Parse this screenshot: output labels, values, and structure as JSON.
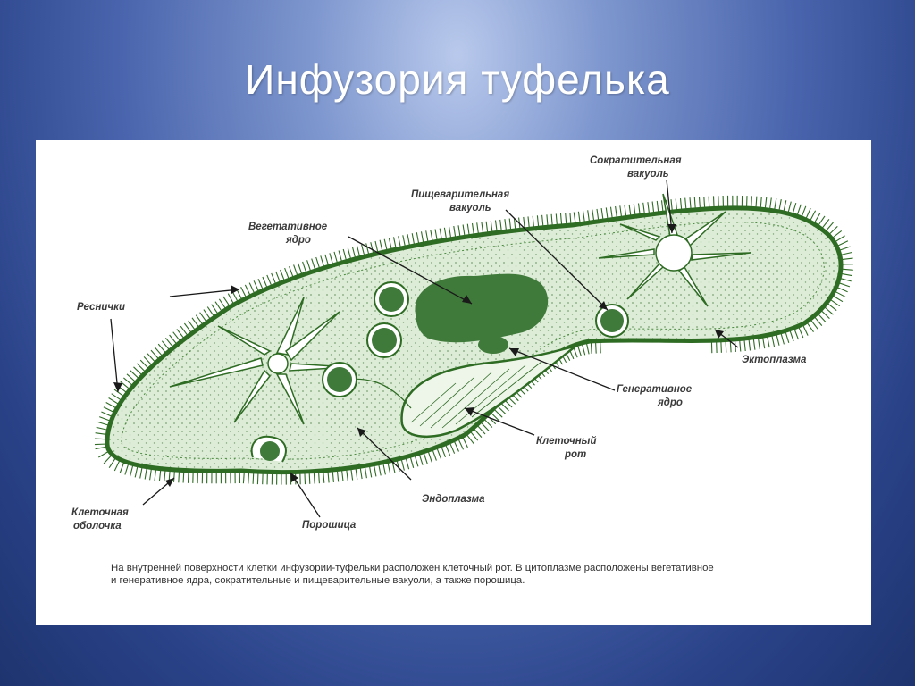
{
  "slide": {
    "title": "Инфузория туфелька"
  },
  "diagram": {
    "labels": {
      "contractile_vacuole": [
        "Сократительная",
        "вакуоль"
      ],
      "digestive_vacuole": [
        "Пищеварительная",
        "вакуоль"
      ],
      "vegetative_nucleus": [
        "Вегетативное",
        "ядро"
      ],
      "cilia": "Реснички",
      "ectoplasm": "Эктоплазма",
      "generative_nucleus": [
        "Генеративное",
        "ядро"
      ],
      "cell_mouth": [
        "Клеточный",
        "рот"
      ],
      "endoplasm": "Эндоплазма",
      "cell_membrane": [
        "Клеточная",
        "оболочка"
      ],
      "anal_pore": "Порошица"
    },
    "caption": "На внутренней поверхности клетки инфузории-туфельки расположен клеточный рот. В цитоплазме расположены вегетативное и генеративное ядра, сократительные и пищеварительные вакуоли, а также порошица.",
    "colors": {
      "outline": "#2e6b23",
      "cytoplasm": "#dcecd6",
      "nucleus": "#3f7a3a",
      "vacuole_fill": "#ffffff",
      "label": "#3a3a3a"
    }
  }
}
